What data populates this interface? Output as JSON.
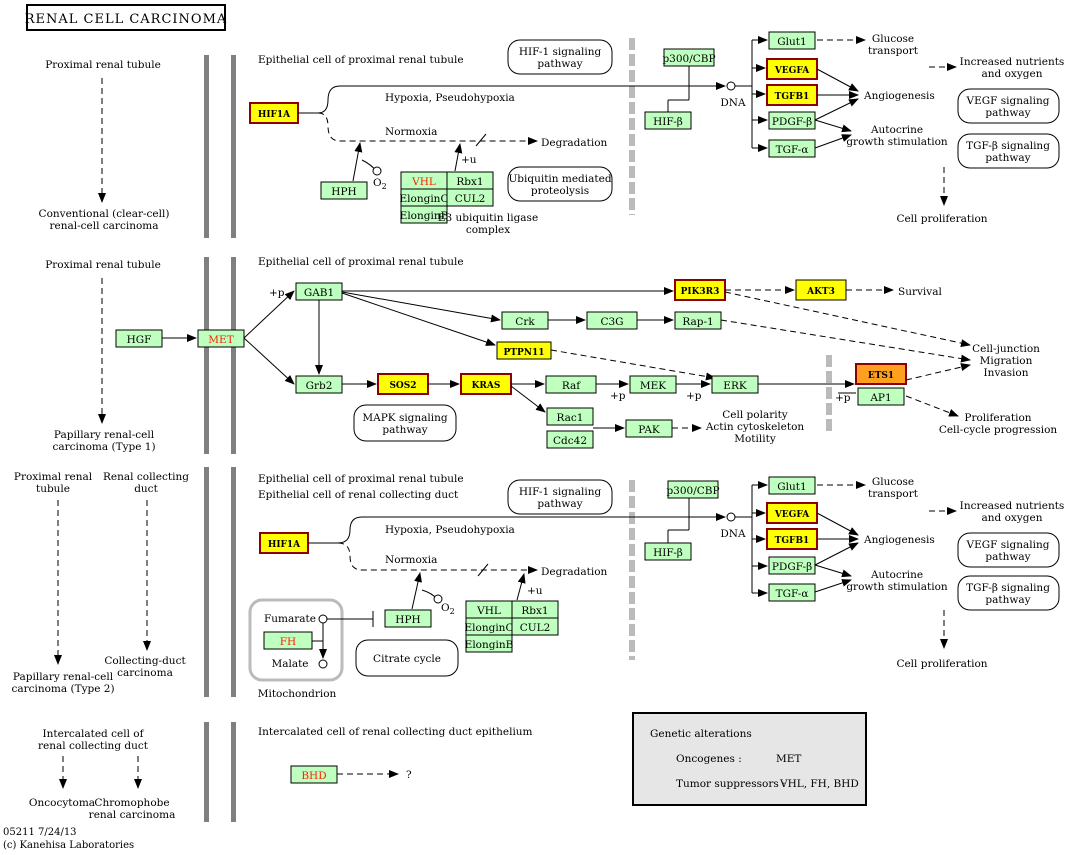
{
  "title": "RENAL CELL CARCINOMA",
  "footer": {
    "id_date": "05211 7/24/13",
    "copyright": "(c) Kanehisa Laboratories"
  },
  "left": {
    "p1_top": "Proximal renal tubule",
    "p1_bot1": "Conventional (clear-cell)",
    "p1_bot2": "renal-cell carcinoma",
    "p2_top": "Proximal renal tubule",
    "p2_bot1": "Papillary renal-cell",
    "p2_bot2": "carcinoma (Type 1)",
    "p3a_top1": "Proximal renal",
    "p3a_top2": "tubule",
    "p3b_top1": "Renal collecting",
    "p3b_top2": "duct",
    "p3a_bot1": "Papillary renal-cell",
    "p3a_bot2": "carcinoma (Type 2)",
    "p3b_bot1": "Collecting-duct",
    "p3b_bot2": "carcinoma",
    "p4_top1": "Intercalated cell of",
    "p4_top2": "renal collecting duct",
    "p4a_bot": "Oncocytoma",
    "p4b_bot1": "Chromophobe",
    "p4b_bot2": "renal carcinoma"
  },
  "panel1": {
    "header": "Epithelial cell of proximal renal tubule",
    "hif1a": "HIF1A",
    "hypoxia": "Hypoxia, Pseudohypoxia",
    "normoxia": "Normoxia",
    "degradation": "Degradation",
    "hph": "HPH",
    "o2": "O",
    "vhl": "VHL",
    "rbx1": "Rbx1",
    "elonginc": "ElonginC",
    "cul2": "CUL2",
    "elonginb": "ElonginB",
    "e3_1": "E3 ubiquitin ligase",
    "e3_2": "complex",
    "plus_u": "+u",
    "ubiq1": "Ubiquitin mediated",
    "ubiq2": "proteolysis",
    "hif1sig1": "HIF-1 signaling",
    "hif1sig2": "pathway",
    "p300": "p300/CBP",
    "hifb": "HIF-β",
    "dna": "DNA",
    "glut1": "Glut1",
    "vegfa": "VEGFA",
    "tgfb1": "TGFB1",
    "pdgfb": "PDGF-β",
    "tgfa": "TGF-α",
    "glucose1": "Glucose",
    "glucose2": "transport",
    "angio": "Angiogenesis",
    "auto1": "Autocrine",
    "auto2": "growth stimulation",
    "incr1": "Increased nutrients",
    "incr2": "and oxygen",
    "vegfsig1": "VEGF signaling",
    "vegfsig2": "pathway",
    "tgfbsig1": "TGF-β signaling",
    "tgfbsig2": "pathway",
    "prolif": "Cell proliferation"
  },
  "panel2": {
    "header": "Epithelial cell of proximal renal tubule",
    "hgf": "HGF",
    "met": "MET",
    "gab1": "GAB1",
    "pi3k": "PIK3R3",
    "akt3": "AKT3",
    "survival": "Survival",
    "crk": "Crk",
    "c3g": "C3G",
    "rap1": "Rap-1",
    "ptpn11": "PTPN11",
    "grb2": "Grb2",
    "sos2": "SOS2",
    "kras": "KRAS",
    "raf": "Raf",
    "mek": "MEK",
    "erk": "ERK",
    "ets1": "ETS1",
    "ap1": "AP1",
    "rac1": "Rac1",
    "cdc42": "Cdc42",
    "pak": "PAK",
    "mapk1": "MAPK signaling",
    "mapk2": "pathway",
    "polar1": "Cell polarity",
    "polar2": "Actin cytoskeleton",
    "polar3": "Motility",
    "junc1": "Cell-junction",
    "junc2": "Migration",
    "junc3": "Invasion",
    "prol1": "Proliferation",
    "prol2": "Cell-cycle progression",
    "plusp": "+p"
  },
  "panel3": {
    "header1": "Epithelial cell of proximal renal tubule",
    "header2": "Epithelial cell of renal collecting duct",
    "fumarate": "Fumarate",
    "fh": "FH",
    "malate": "Malate",
    "mito": "Mitochondrion",
    "citrate": "Citrate cycle"
  },
  "panel4": {
    "header": "Intercalated cell of renal collecting duct epithelium",
    "bhd": "BHD",
    "q": "?"
  },
  "legend": {
    "title": "Genetic alterations",
    "onco_label": "Oncogenes :",
    "onco_val": "MET",
    "ts_label": "Tumor suppressors :",
    "ts_val": "VHL, FH, BHD"
  }
}
